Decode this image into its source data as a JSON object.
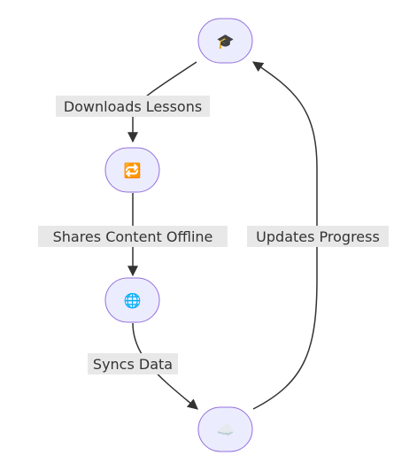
{
  "nodes": [
    {
      "id": "app",
      "icon": "graduation-cap-icon",
      "emoji": "🎓"
    },
    {
      "id": "peer-sharing",
      "icon": "repeat-icon",
      "emoji": "🔁"
    },
    {
      "id": "network",
      "icon": "globe-icon",
      "emoji": "🌐"
    },
    {
      "id": "cloud",
      "icon": "cloud-icon",
      "emoji": "☁️"
    }
  ],
  "edges": [
    {
      "from": "app",
      "to": "peer-sharing",
      "label": "Downloads Lessons"
    },
    {
      "from": "peer-sharing",
      "to": "network",
      "label": "Shares Content Offline"
    },
    {
      "from": "network",
      "to": "cloud",
      "label": "Syncs Data"
    },
    {
      "from": "cloud",
      "to": "app",
      "label": "Updates Progress"
    }
  ],
  "colors": {
    "node_fill": "#ECECFF",
    "node_stroke": "#9370DB",
    "edge": "#333333",
    "label_bg": "#e8e8e8"
  }
}
